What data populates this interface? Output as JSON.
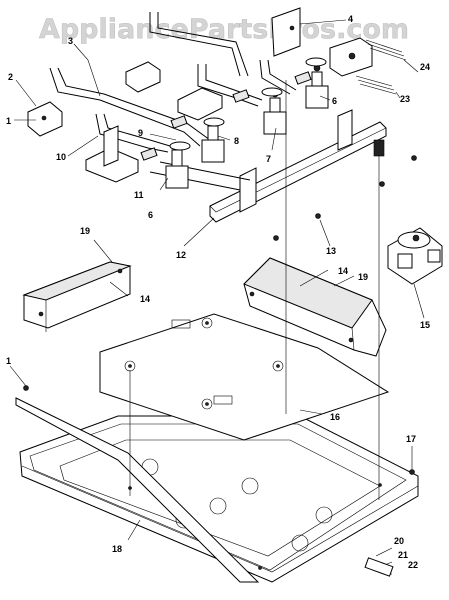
{
  "watermark": "AppliancePartsPros.com",
  "callouts": {
    "c1a": "1",
    "c1b": "1",
    "c2": "2",
    "c3": "3",
    "c4": "4",
    "c6a": "6",
    "c6b": "6",
    "c7": "7",
    "c8": "8",
    "c9": "9",
    "c10": "10",
    "c11": "11",
    "c12": "12",
    "c13": "13",
    "c14a": "14",
    "c14b": "14",
    "c15": "15",
    "c16": "16",
    "c17": "17",
    "c18": "18",
    "c19a": "19",
    "c19b": "19",
    "c20": "20",
    "c21": "21",
    "c22": "22",
    "c23": "23",
    "c24": "24"
  }
}
